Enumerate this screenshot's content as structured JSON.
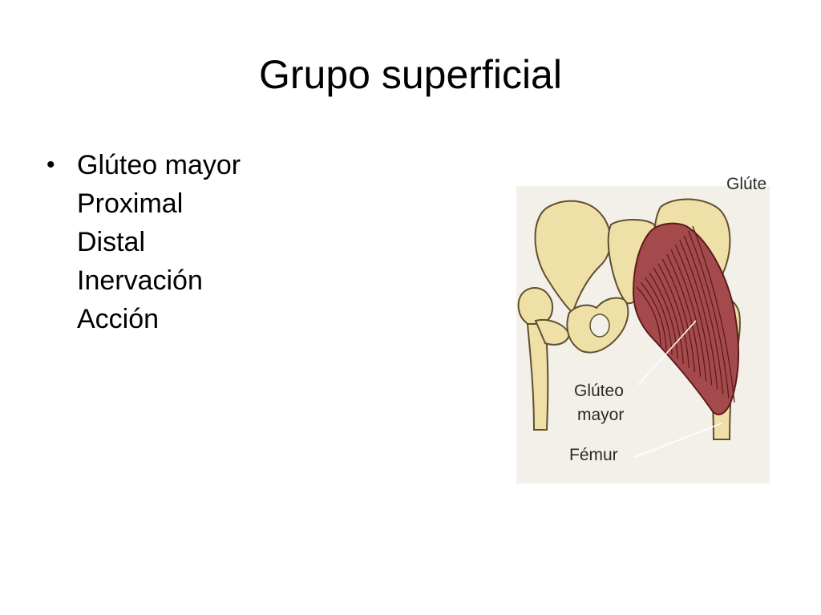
{
  "slide": {
    "title": "Grupo superficial",
    "bullet_symbol": "•",
    "bullet_lines": [
      "Glúteo mayor",
      "Proximal",
      "Distal",
      "Inervación",
      "Acción"
    ]
  },
  "figure": {
    "labels": {
      "top_cut": "Glúte",
      "gluteus_line1": "Glúteo",
      "gluteus_line2": "mayor",
      "femur": "Fémur"
    },
    "colors": {
      "background": "#f3f0ea",
      "bone": "#efe0a8",
      "bone_outline": "#5e5030",
      "muscle": "#a44a4c",
      "muscle_fiber": "#5e1a1c"
    }
  }
}
